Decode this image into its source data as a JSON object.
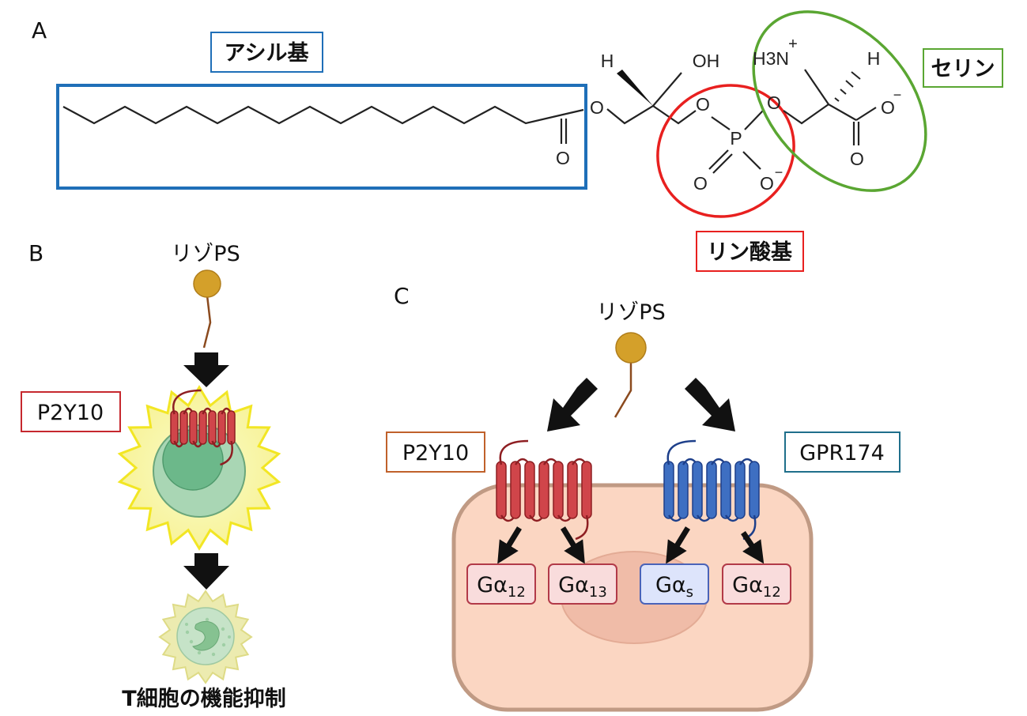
{
  "panels": {
    "a": "A",
    "b": "B",
    "c": "C"
  },
  "panel_a": {
    "acyl_label": "アシル基",
    "serine_label": "セリン",
    "phosphate_label": "リン酸基",
    "atoms": {
      "h_stereo": "H",
      "oh": "OH",
      "h3n": "H3N",
      "n_charge": "+",
      "h_serine": "H",
      "o_ester": "O",
      "o_carbonyl": "O",
      "o_glycerol_p": "O",
      "p": "P",
      "o_p_double": "O",
      "o_p_minus": "O",
      "o_p_minus_charge": "−",
      "o_serine": "O",
      "o_carboxyl_minus": "O",
      "o_carboxyl_minus_charge": "−",
      "o_carboxyl_double": "O"
    }
  },
  "panel_b": {
    "ligand_label": "リゾPS",
    "receptor_label": "P2Y10",
    "outcome_label": "T細胞の機能抑制"
  },
  "panel_c": {
    "ligand_label": "リゾPS",
    "receptor_left": "P2Y10",
    "receptor_right": "GPR174",
    "g_proteins": [
      {
        "base": "Gα",
        "sub": "12"
      },
      {
        "base": "Gα",
        "sub": "13"
      },
      {
        "base": "Gα",
        "sub": "s"
      },
      {
        "base": "Gα",
        "sub": "12"
      }
    ]
  },
  "colors": {
    "acyl_box": "#1f6fb8",
    "phosphate_ring": "#e8201f",
    "serine_ring": "#5aa632",
    "p2y10_receptor": "#d0454a",
    "gpr174_receptor": "#3e6fc2",
    "ligand_head": "#d4a02a",
    "cell_body": "#fbd6c2",
    "t_cell_glow": "#f3ef6a"
  }
}
